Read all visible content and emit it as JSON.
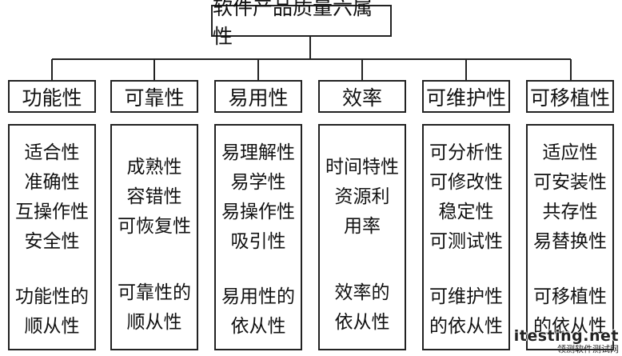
{
  "root": "软件产品质量六属性",
  "categories": [
    {
      "title": "功能性",
      "items": [
        "适合性",
        "准确性",
        "互操作性",
        "安全性"
      ],
      "compliance": [
        "功能性的",
        "顺从性"
      ]
    },
    {
      "title": "可靠性",
      "items": [
        "成熟性",
        "容错性",
        "可恢复性"
      ],
      "compliance": [
        "可靠性的",
        "顺从性"
      ]
    },
    {
      "title": "易用性",
      "items": [
        "易理解性",
        "易学性",
        "易操作性",
        "吸引性"
      ],
      "compliance": [
        "易用性的",
        "依从性"
      ]
    },
    {
      "title": "效率",
      "items": [
        "时间特性",
        "资源利",
        "用率"
      ],
      "compliance": [
        "效率的",
        "依从性"
      ]
    },
    {
      "title": "可维护性",
      "items": [
        "可分析性",
        "可修改性",
        "稳定性",
        "可测试性"
      ],
      "compliance": [
        "可维护性",
        "的依从性"
      ]
    },
    {
      "title": "可移植性",
      "items": [
        "适应性",
        "可安装性",
        "共存性",
        "易替换性"
      ],
      "compliance": [
        "可移植性",
        "的依从性"
      ]
    }
  ],
  "watermark": {
    "main": "itesting.net",
    "sub": "领测软件测试网"
  }
}
